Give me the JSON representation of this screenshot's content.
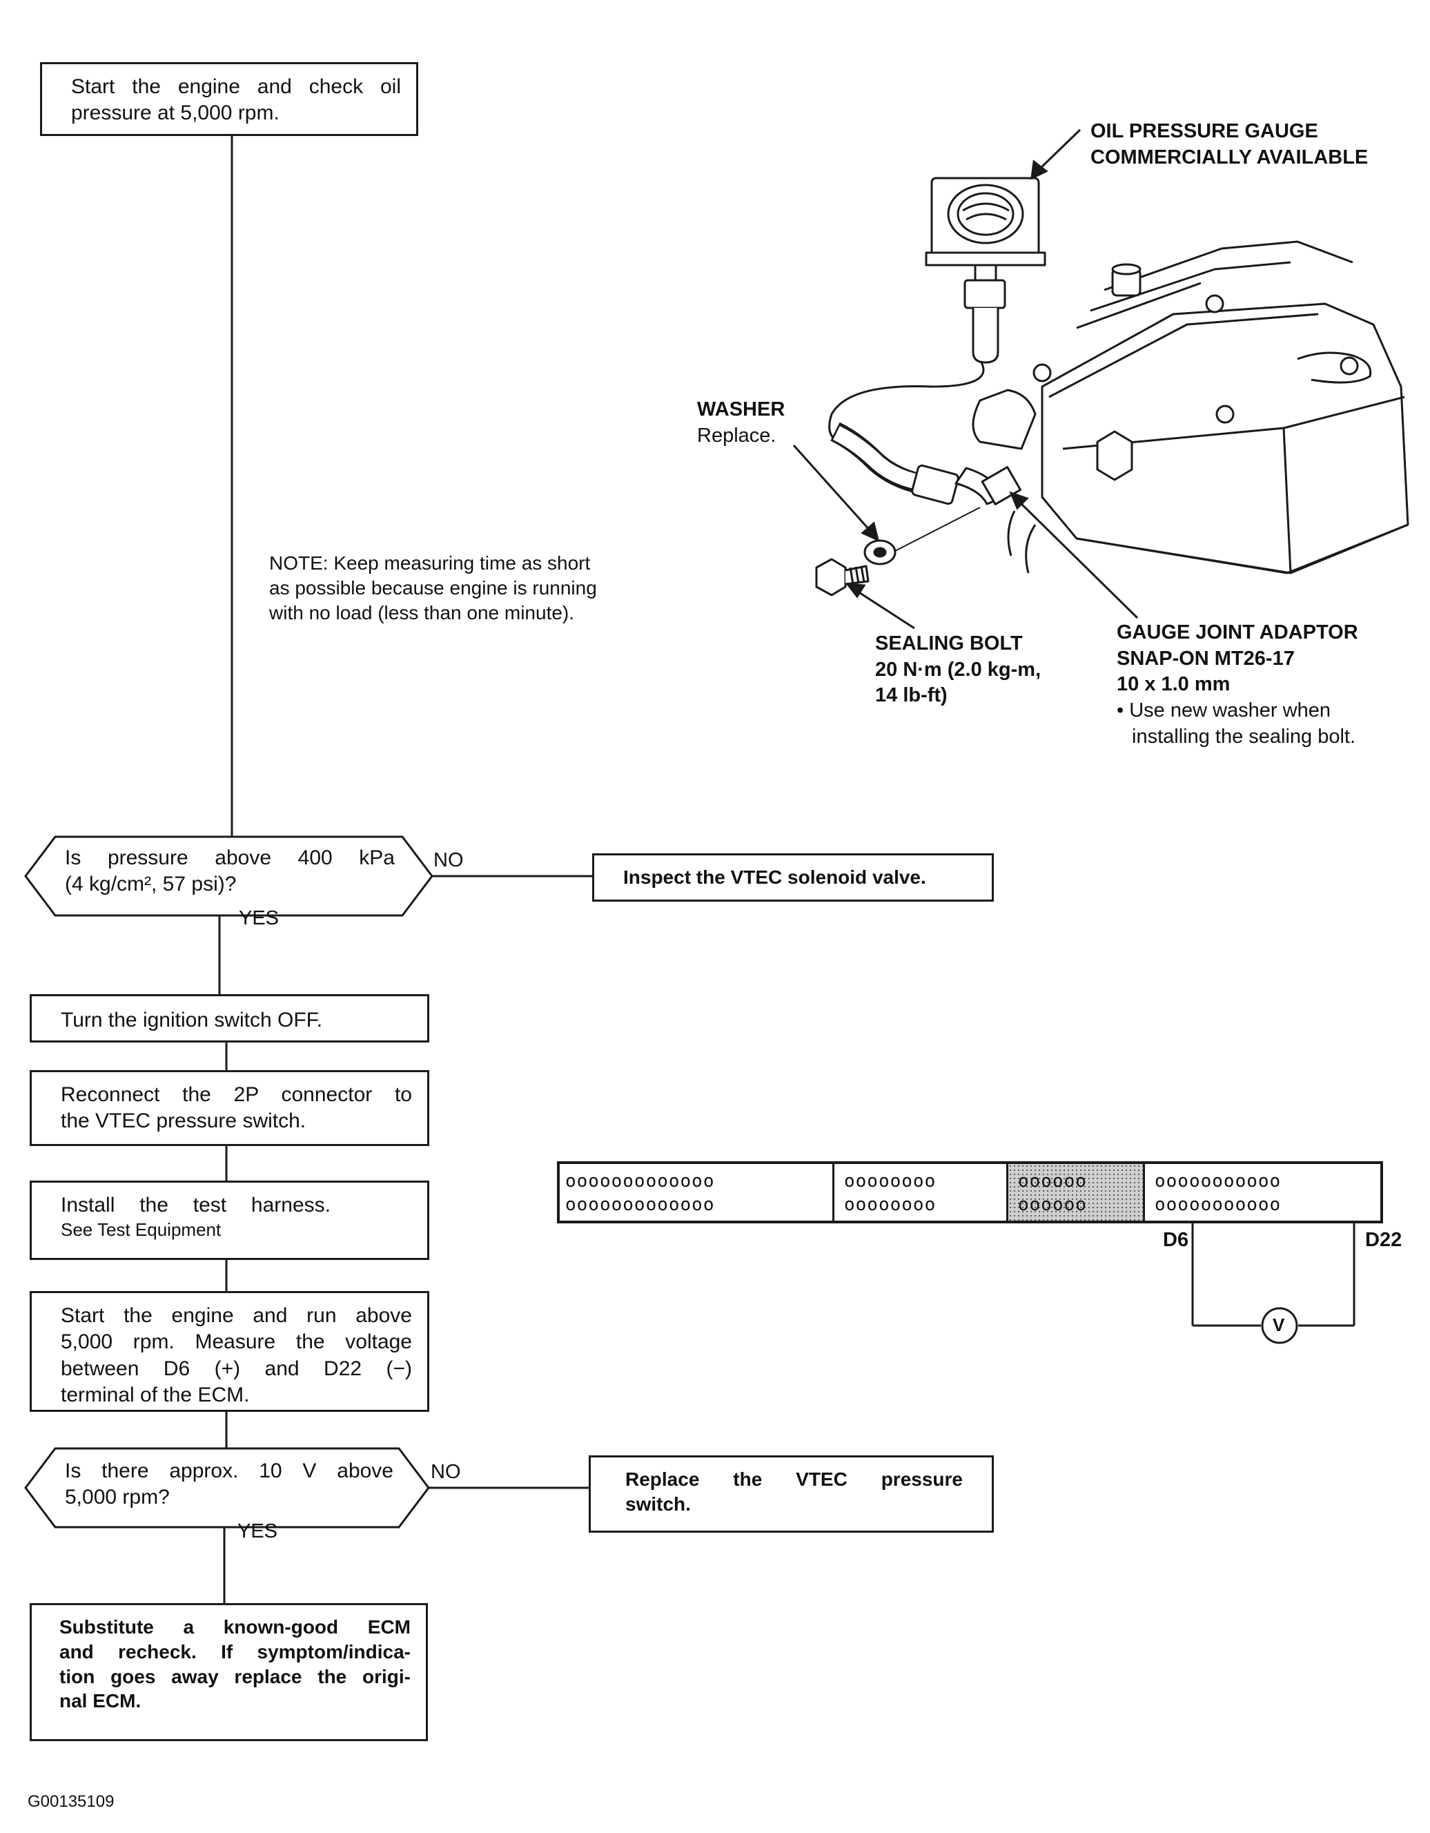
{
  "flow": {
    "start_box": [
      "Start the engine and check oil",
      "pressure at 5,000 rpm."
    ],
    "note": [
      "NOTE: Keep measuring time as short",
      "as possible because engine is running",
      "with no load (less than one minute)."
    ],
    "decision1": [
      "Is pressure above 400 kPa",
      "(4 kg/cm², 57 psi)?"
    ],
    "decision1_no": "NO",
    "decision1_yes": "YES",
    "inspect_box": "Inspect the VTEC solenoid valve.",
    "ignition_box": "Turn the ignition switch OFF.",
    "reconnect_box": [
      "Reconnect the 2P connector to",
      "the VTEC pressure switch."
    ],
    "harness_box": [
      "Install the test harness.",
      "See Test Equipment"
    ],
    "measure_box": [
      "Start the engine and run above",
      "5,000 rpm. Measure the voltage",
      "between D6 (+) and D22 (−)",
      "terminal of the ECM."
    ],
    "decision2": [
      "Is there approx. 10 V above",
      "5,000 rpm?"
    ],
    "decision2_no": "NO",
    "decision2_yes": "YES",
    "replace_box": [
      "Replace the VTEC pressure",
      "switch."
    ],
    "substitute_box": [
      "Substitute a known-good ECM",
      "and recheck. If symptom/indica-",
      "tion goes away replace the origi-",
      "nal ECM."
    ]
  },
  "illustration": {
    "gauge_label": [
      "OIL PRESSURE GAUGE",
      "COMMERCIALLY AVAILABLE"
    ],
    "washer_label": [
      "WASHER",
      "Replace."
    ],
    "bolt_label": [
      "SEALING BOLT",
      "20 N·m (2.0 kg-m,",
      "14 lb-ft)"
    ],
    "adaptor_label": [
      "GAUGE JOINT ADAPTOR",
      "SNAP-ON MT26-17",
      "10 x 1.0 mm",
      "• Use new washer when",
      "installing the sealing bolt."
    ]
  },
  "connector": {
    "section_a": [
      "ooooooooooooo",
      "ooooooooooooo"
    ],
    "section_b": [
      "oooooooo",
      "oooooooo"
    ],
    "section_c": [
      "oooooo",
      "oooooo"
    ],
    "section_d": [
      "ooooooooooo",
      "ooooooooooo"
    ],
    "terminal_left": "D6",
    "terminal_right": "D22",
    "meter_symbol": "V"
  },
  "footer": "G00135109"
}
